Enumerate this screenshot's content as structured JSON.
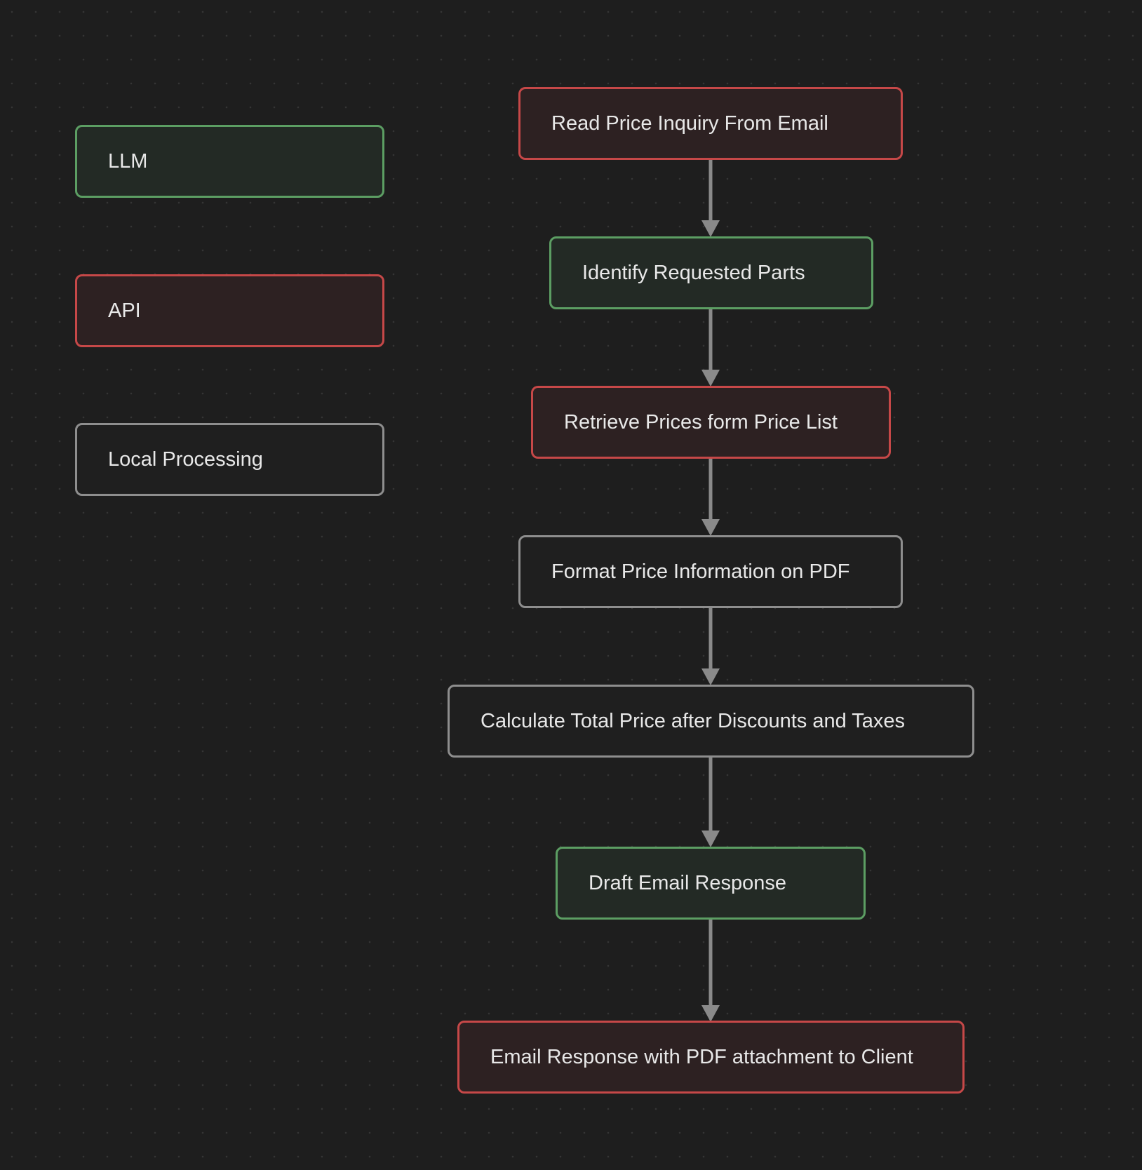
{
  "legend": [
    {
      "label": "LLM",
      "kind": "llm"
    },
    {
      "label": "API",
      "kind": "api"
    },
    {
      "label": "Local Processing",
      "kind": "local"
    }
  ],
  "flow": [
    {
      "label": "Read Price Inquiry From Email",
      "kind": "api"
    },
    {
      "label": "Identify Requested Parts",
      "kind": "llm"
    },
    {
      "label": "Retrieve Prices form Price List",
      "kind": "api"
    },
    {
      "label": "Format Price Information on PDF",
      "kind": "local"
    },
    {
      "label": "Calculate Total Price after Discounts and Taxes",
      "kind": "local"
    },
    {
      "label": "Draft Email Response",
      "kind": "llm"
    },
    {
      "label": "Email Response with PDF attachment to Client",
      "kind": "api"
    }
  ],
  "colors": {
    "background": "#1e1e1e",
    "llm_border": "#5c9e63",
    "api_border": "#c64848",
    "local_border": "#8e8e8e",
    "arrow": "#8a8a8a"
  }
}
